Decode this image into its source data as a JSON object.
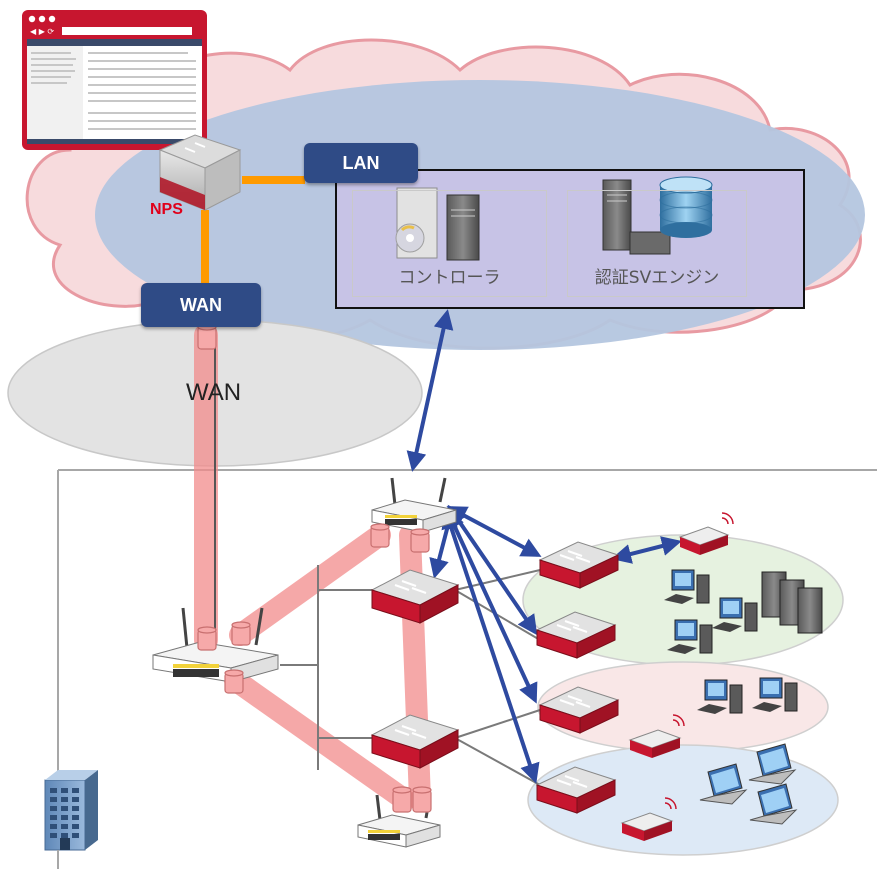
{
  "labels": {
    "nps": "NPS",
    "lan": "LAN",
    "wan_box": "WAN",
    "wan_cloud": "WAN",
    "controller": "コントローラ",
    "auth_engine": "認証SVエンジン"
  },
  "colors": {
    "cloud_fill": "#f7dbdd",
    "cloud_stroke": "#e89aa2",
    "lan_ellipse": "#b4c6df",
    "label_box": "#2f4b86",
    "nps_text": "#e0001a",
    "link_orange": "#ff9a00",
    "tunnel": "#f28b8b",
    "arrow": "#2e4aa0",
    "device_red": "#c7162f",
    "zone_green": "#e6f2e0",
    "zone_pink": "#f9e7e7",
    "zone_blue": "#dde9f6"
  },
  "icons": [
    "browser-window-icon",
    "nps-router-icon",
    "cd-server-icon",
    "server-database-icon",
    "wireless-router-icon",
    "switch-icon",
    "desktop-pc-icon",
    "laptop-icon",
    "rack-server-icon",
    "office-building-icon",
    "access-point-icon"
  ]
}
